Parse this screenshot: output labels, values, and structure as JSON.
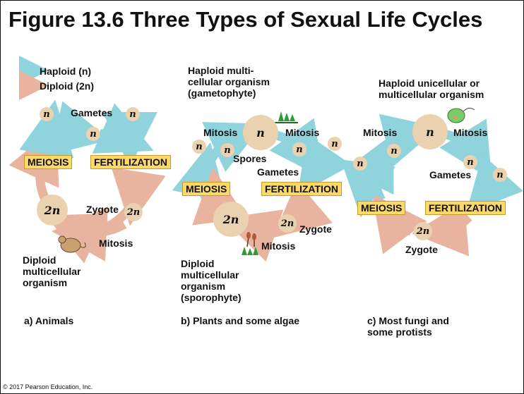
{
  "title": "Figure 13.6 Three Types of Sexual Life Cycles",
  "copyright": "© 2017 Pearson Education, Inc.",
  "colors": {
    "haploid": "#8fd3dd",
    "diploid": "#e9b49f",
    "label_fill": "#fbd86a",
    "cell": "#ead2b0"
  },
  "legend": {
    "haploid": "Haploid (n)",
    "diploid": "Diploid (2n)"
  },
  "animals": {
    "caption": "a) Animals",
    "gametes": "Gametes",
    "meiosis": "MEIOSIS",
    "fertilization": "FERTILIZATION",
    "zygote": "Zygote",
    "mitosis": "Mitosis",
    "organism": "Diploid multicellular organism",
    "cell_n": "n",
    "cell_2n": "2n"
  },
  "plants": {
    "caption": "b) Plants and some algae",
    "haploid_organism": "Haploid multi-cellular organism (gametophyte)",
    "mitosis_left": "Mitosis",
    "mitosis_right": "Mitosis",
    "spores": "Spores",
    "gametes": "Gametes",
    "meiosis": "MEIOSIS",
    "fertilization": "FERTILIZATION",
    "zygote": "Zygote",
    "mitosis_bottom": "Mitosis",
    "diploid_organism": "Diploid multicellular organism (sporophyte)",
    "cell_n": "n",
    "cell_2n": "2n"
  },
  "fungi": {
    "caption": "c) Most fungi and some protists",
    "organism": "Haploid unicellular or multicellular organism",
    "mitosis_left": "Mitosis",
    "mitosis_right": "Mitosis",
    "gametes": "Gametes",
    "meiosis": "MEIOSIS",
    "fertilization": "FERTILIZATION",
    "zygote": "Zygote",
    "cell_n": "n",
    "cell_2n": "2n"
  }
}
